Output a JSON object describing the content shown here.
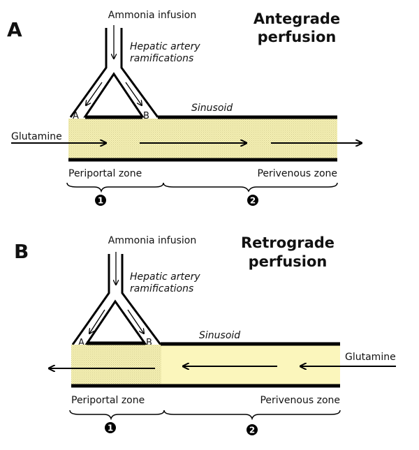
{
  "panels": [
    {
      "id": "A",
      "letter": "A",
      "title_line1": "Antegrade",
      "title_line2": "perfusion",
      "infusion_label": "Ammonia infusion",
      "artery_line1": "Hepatic artery",
      "artery_line2": "ramifications",
      "point_a": "A",
      "point_b": "B",
      "sinusoid_label": "Sinusoid",
      "glutamine_label": "Glutamine",
      "flow_direction": "left-to-right",
      "zone1_label": "Periportal zone",
      "zone2_label": "Perivenous zone",
      "zone1_number": "1",
      "zone2_number": "2",
      "shaded_zone": "entire sinusoid"
    },
    {
      "id": "B",
      "letter": "B",
      "title_line1": "Retrograde",
      "title_line2": "perfusion",
      "infusion_label": "Ammonia infusion",
      "artery_line1": "Hepatic artery",
      "artery_line2": "ramifications",
      "point_a": "A",
      "point_b": "B",
      "sinusoid_label": "Sinusoid",
      "glutamine_label": "Glutamine",
      "flow_direction": "right-to-left",
      "zone1_label": "Periportal zone",
      "zone2_label": "Perivenous zone",
      "zone1_number": "1",
      "zone2_number": "2",
      "shaded_zone": "periportal only"
    }
  ],
  "colors": {
    "sinusoid_fill": "#faf5b8",
    "stipple": "#d8d49a",
    "line": "#000000"
  }
}
